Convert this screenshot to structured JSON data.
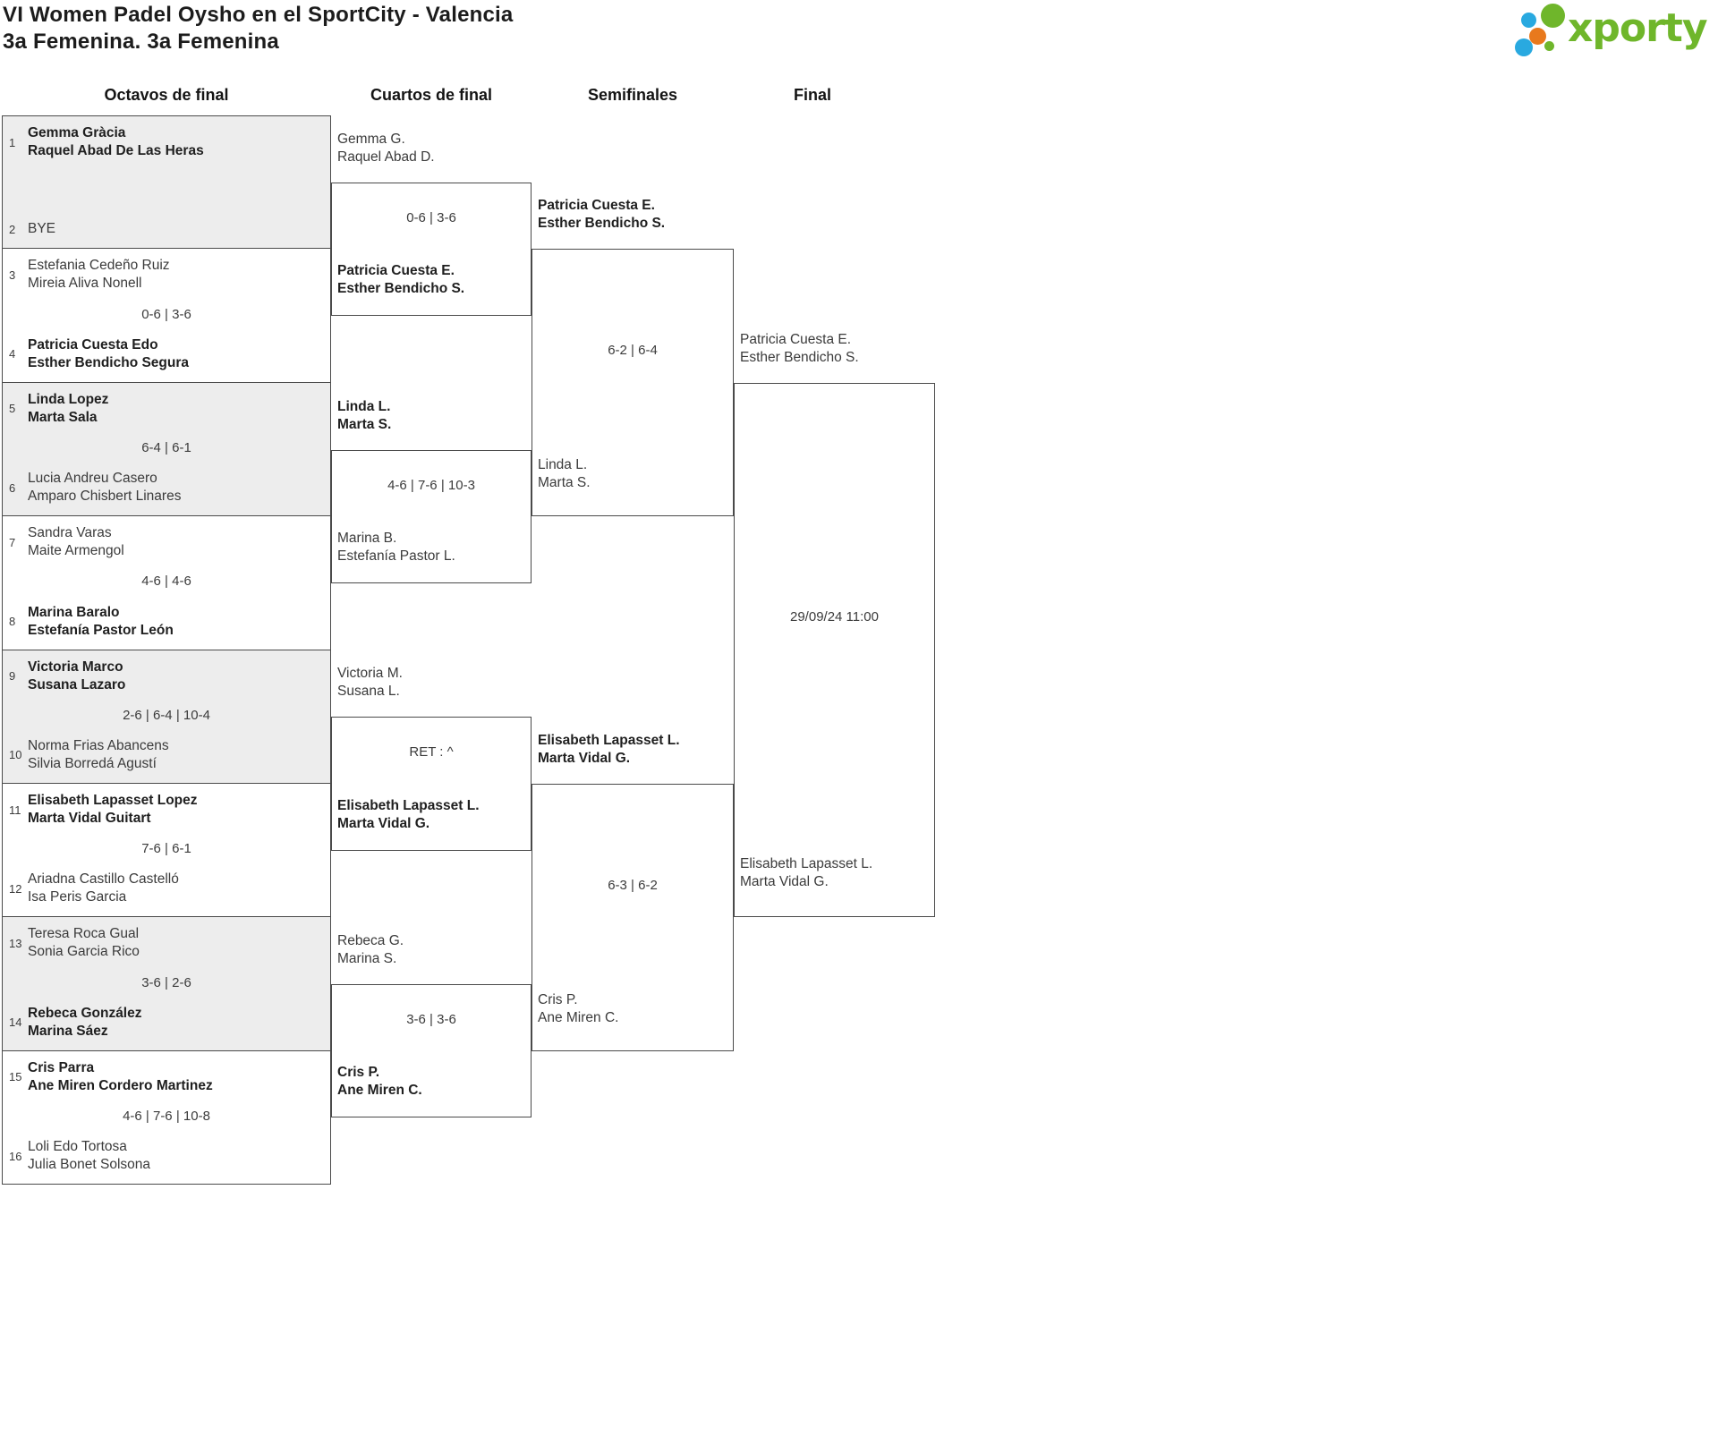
{
  "header": {
    "title": "VI Women Padel Oysho en el SportCity - Valencia",
    "subtitle": "3a Femenina. 3a Femenina"
  },
  "logo": {
    "text": "xporty",
    "green": "#6fb62b",
    "blue": "#29a9e0",
    "orange": "#e8791d"
  },
  "rounds": {
    "octavos": "Octavos de final",
    "cuartos": "Cuartos de final",
    "semis": "Semifinales",
    "final": "Final"
  },
  "colors": {
    "row_shade": "#ededed",
    "border": "#4a4a4a"
  },
  "octavos": [
    {
      "seed1": "1",
      "t1p1": "Gemma Gràcia",
      "t1p2": "Raquel Abad De Las Heras",
      "t1win": true,
      "score": "",
      "seed2": "2",
      "t2p1": "BYE",
      "t2p2": "",
      "t2win": false
    },
    {
      "seed1": "3",
      "t1p1": "Estefania Cedeño Ruiz",
      "t1p2": "Mireia Aliva Nonell",
      "t1win": false,
      "score": "0-6 | 3-6",
      "seed2": "4",
      "t2p1": "Patricia Cuesta Edo",
      "t2p2": "Esther Bendicho Segura",
      "t2win": true
    },
    {
      "seed1": "5",
      "t1p1": "Linda Lopez",
      "t1p2": "Marta Sala",
      "t1win": true,
      "score": "6-4 | 6-1",
      "seed2": "6",
      "t2p1": "Lucia Andreu Casero",
      "t2p2": "Amparo Chisbert Linares",
      "t2win": false
    },
    {
      "seed1": "7",
      "t1p1": "Sandra Varas",
      "t1p2": "Maite Armengol",
      "t1win": false,
      "score": "4-6 | 4-6",
      "seed2": "8",
      "t2p1": "Marina Baralo",
      "t2p2": "Estefanía Pastor León",
      "t2win": true
    },
    {
      "seed1": "9",
      "t1p1": "Victoria Marco",
      "t1p2": "Susana Lazaro",
      "t1win": true,
      "score": "2-6 | 6-4 | 10-4",
      "seed2": "10",
      "t2p1": "Norma Frias Abancens",
      "t2p2": "Silvia Borredá Agustí",
      "t2win": false
    },
    {
      "seed1": "11",
      "t1p1": "Elisabeth Lapasset Lopez",
      "t1p2": "Marta Vidal Guitart",
      "t1win": true,
      "score": "7-6 | 6-1",
      "seed2": "12",
      "t2p1": "Ariadna Castillo Castelló",
      "t2p2": "Isa Peris Garcia",
      "t2win": false
    },
    {
      "seed1": "13",
      "t1p1": "Teresa Roca Gual",
      "t1p2": "Sonia Garcia Rico",
      "t1win": false,
      "score": "3-6 | 2-6",
      "seed2": "14",
      "t2p1": "Rebeca González",
      "t2p2": "Marina Sáez",
      "t2win": true
    },
    {
      "seed1": "15",
      "t1p1": "Cris Parra",
      "t1p2": "Ane Miren Cordero Martinez",
      "t1win": true,
      "score": "4-6 | 7-6 | 10-8",
      "seed2": "16",
      "t2p1": "Loli Edo Tortosa",
      "t2p2": "Julia Bonet Solsona",
      "t2win": false
    }
  ],
  "cuartos": [
    {
      "topP1": "Gemma G.",
      "topP2": "Raquel Abad D.",
      "topWin": false,
      "score": "0-6 | 3-6",
      "botP1": "Patricia Cuesta E.",
      "botP2": "Esther Bendicho S.",
      "botWin": true
    },
    {
      "topP1": "Linda L.",
      "topP2": "Marta S.",
      "topWin": true,
      "score": "4-6 | 7-6 | 10-3",
      "botP1": "Marina B.",
      "botP2": "Estefanía Pastor L.",
      "botWin": false
    },
    {
      "topP1": "Victoria M.",
      "topP2": "Susana L.",
      "topWin": false,
      "score": "RET : ^",
      "botP1": "Elisabeth Lapasset L.",
      "botP2": "Marta Vidal G.",
      "botWin": true
    },
    {
      "topP1": "Rebeca G.",
      "topP2": "Marina S.",
      "topWin": false,
      "score": "3-6 | 3-6",
      "botP1": "Cris P.",
      "botP2": "Ane Miren C.",
      "botWin": true
    }
  ],
  "semifinales": [
    {
      "topP1": "Patricia Cuesta E.",
      "topP2": "Esther Bendicho S.",
      "topWin": true,
      "score": "6-2 | 6-4",
      "botP1": "Linda L.",
      "botP2": "Marta S.",
      "botWin": false
    },
    {
      "topP1": "Elisabeth Lapasset L.",
      "topP2": "Marta Vidal G.",
      "topWin": true,
      "score": "6-3 | 6-2",
      "botP1": "Cris P.",
      "botP2": "Ane Miren C.",
      "botWin": false
    }
  ],
  "final": {
    "topP1": "Patricia Cuesta E.",
    "topP2": "Esther Bendicho S.",
    "topWin": false,
    "schedule": "29/09/24 11:00",
    "botP1": "Elisabeth Lapasset L.",
    "botP2": "Marta Vidal G.",
    "botWin": false
  }
}
